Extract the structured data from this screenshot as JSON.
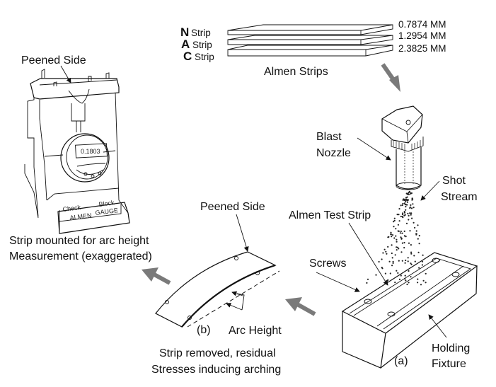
{
  "diagram": {
    "almen_strips": {
      "title": "Almen Strips",
      "strips": [
        {
          "letter": "N",
          "suffix": "Strip",
          "thickness": "0.7874 MM"
        },
        {
          "letter": "A",
          "suffix": "Strip",
          "thickness": "1.2954 MM"
        },
        {
          "letter": "C",
          "suffix": "Strip",
          "thickness": "2.3825 MM"
        }
      ]
    },
    "nozzle": {
      "label_line1": "Blast",
      "label_line2": "Nozzle",
      "shot_line1": "Shot",
      "shot_line2": "Stream"
    },
    "fixture": {
      "test_strip_label": "Almen Test Strip",
      "screws_label": "Screws",
      "fixture_line1": "Holding",
      "fixture_line2": "Fixture",
      "panel_tag": "(a)"
    },
    "removed_strip": {
      "peened_side": "Peened Side",
      "arc_height": "Arc Height",
      "panel_tag": "(b)",
      "caption_line1": "Strip removed, residual",
      "caption_line2": "Stresses inducing arching"
    },
    "gauge": {
      "peened_side": "Peened Side",
      "display_value": "0.1803",
      "check_label": "Check",
      "block_label": "Block",
      "almen_label": "ALMEN",
      "gauge_label": "GAUGE",
      "caption_line1": "Strip mounted for arc height",
      "caption_line2": "Measurement (exaggerated)"
    },
    "colors": {
      "arrow_gray": "#7a7a7a",
      "ink": "#111111"
    }
  }
}
